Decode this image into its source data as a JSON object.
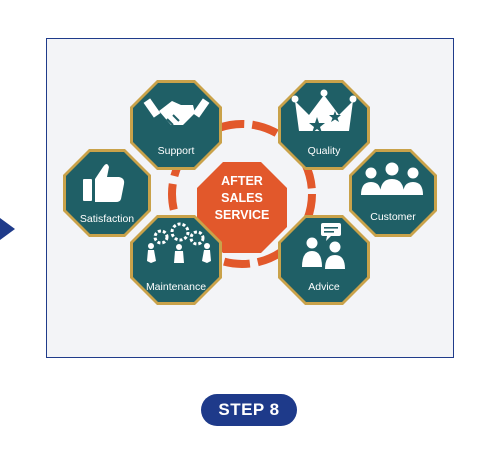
{
  "diagram": {
    "center": {
      "lines": [
        "AFTER",
        "SALES",
        "SERVICE"
      ]
    },
    "nodes": [
      {
        "id": "support",
        "label": "Support",
        "icon": "handshake-icon"
      },
      {
        "id": "quality",
        "label": "Quality",
        "icon": "crown-stars-icon"
      },
      {
        "id": "satisfaction",
        "label": "Satisfaction",
        "icon": "thumbs-up-icon"
      },
      {
        "id": "customer",
        "label": "Customer",
        "icon": "people-group-icon"
      },
      {
        "id": "maintenance",
        "label": "Maintenance",
        "icon": "gears-workers-icon"
      },
      {
        "id": "advice",
        "label": "Advice",
        "icon": "consultation-icon"
      }
    ],
    "colors": {
      "node_fill": "#1f5f66",
      "node_border": "#c9a24a",
      "center": "#e2582b",
      "ring": "#e2582b"
    }
  },
  "step_badge": {
    "label": "STEP 8"
  }
}
